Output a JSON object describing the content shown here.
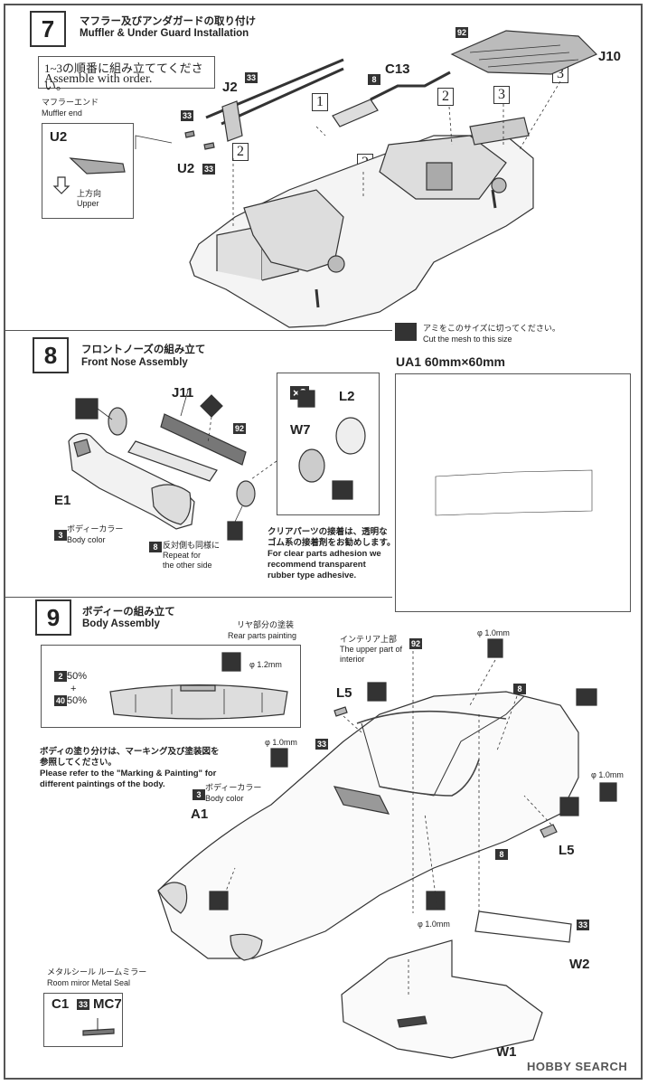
{
  "step7": {
    "number": "7",
    "title_jp": "マフラー及びアンダガードの取り付け",
    "title_en": "Muffler & Under Guard Installation",
    "order_jp": "1~3の順番に組み立ててください。",
    "order_en": "Assemble with order.",
    "muffler_jp": "マフラーエンド",
    "muffler_en": "Muffler end",
    "inset_part": "U2",
    "up_jp": "上方向",
    "up_en": "Upper",
    "parts": {
      "j2": "J2",
      "c13": "C13",
      "j10": "J10",
      "u2": "U2"
    },
    "badges": {
      "b33": "33",
      "b8": "8",
      "b92": "92"
    },
    "seq": [
      "1",
      "2",
      "3"
    ]
  },
  "step8": {
    "number": "8",
    "title_jp": "フロントノーズの組み立て",
    "title_en": "Front Nose Assembly",
    "parts": {
      "j11": "J11",
      "ua1": "UA1",
      "e1": "E1",
      "l2": "L2",
      "w7": "W7"
    },
    "times": "×2",
    "body_color_jp": "ボディーカラー",
    "body_color_en": "Body color",
    "body_color_badge": "3",
    "repeat_badge": "8",
    "repeat_jp": "反対側も同様に",
    "repeat_en_1": "Repeat for",
    "repeat_en_2": "the other side",
    "clear_jp_1": "クリアパーツの接着は、透明な",
    "clear_jp_2": "ゴム系の接着剤をお勧めします。",
    "clear_en_1": "For clear parts adhesion we",
    "clear_en_2": "recommend transparent",
    "clear_en_3": "rubber type adhesive.",
    "mesh_jp": "アミをこのサイズに切ってください。",
    "mesh_en": "Cut the mesh to this size",
    "mesh_label": "UA1  60mm×60mm",
    "badge_92": "92"
  },
  "step9": {
    "number": "9",
    "title_jp": "ボディーの組み立て",
    "title_en": "Body Assembly",
    "rear_jp": "リヤ部分の塗装",
    "rear_en": "Rear parts painting",
    "mix_a_badge": "2",
    "mix_a": "50%",
    "plus": "+",
    "mix_b_badge": "40",
    "mix_b": "50%",
    "drill_12": "φ 1.2mm",
    "drill_10": "φ 1.0mm",
    "interior_jp": "インテリア上部",
    "interior_en_1": "The upper part of",
    "interior_en_2": "interior",
    "paint_jp": "ボディの塗り分けは、マーキング及び塗装図を",
    "paint_jp2": "参照してください。",
    "paint_en_1": "Please refer to the \"Marking & Painting\" for",
    "paint_en_2": "different paintings of the body.",
    "body_color_jp": "ボディーカラー",
    "body_color_en": "Body color",
    "parts": {
      "a1": "A1",
      "l5": "L5",
      "w2": "W2",
      "w1": "W1",
      "c1": "C1",
      "mc7": "MC7"
    },
    "mirror_jp": "メタルシール ルームミラー",
    "mirror_en": "Room miror Metal Seal",
    "badges": {
      "b33": "33",
      "b8": "8",
      "b92": "92",
      "b3": "3"
    }
  },
  "watermark": "HOBBY SEARCH"
}
